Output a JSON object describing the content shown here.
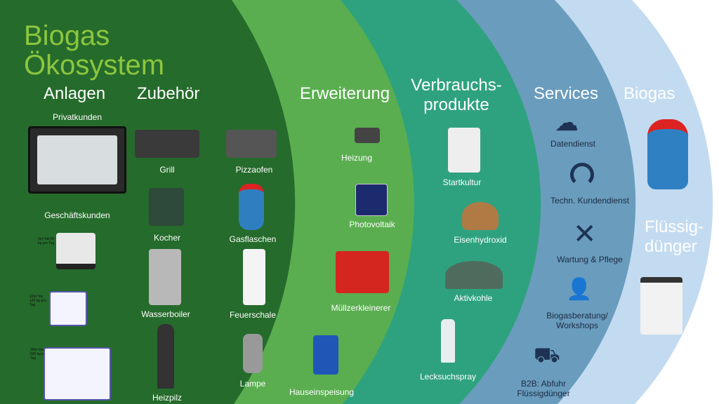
{
  "title_line1": "Biogas",
  "title_line2": "Ökosystem",
  "columns": {
    "anlagen": "Anlagen",
    "zubehoer": "Zubehör",
    "erweiterung": "Erweiterung",
    "verbrauch1": "Verbrauchs-",
    "verbrauch2": "produkte",
    "services": "Services",
    "biogas": "Biogas",
    "duenger1": "Flüssig-",
    "duenger2": "dünger"
  },
  "anlagen": {
    "privat": "Privatkunden",
    "geschaeft": "Geschäftskunden",
    "specs": [
      "3m³ bis 50 kg pro Tag",
      "10m³ bis 120 kg pro Tag",
      "30m³ bis 500 kg pro Tag"
    ]
  },
  "zubehoer": [
    "Grill",
    "Pizzaofen",
    "Kocher",
    "Gasflaschen",
    "Wasserboiler",
    "Feuerschale",
    "Heizpilz",
    "Lampe"
  ],
  "erweiterung": [
    "Heizung",
    "Photovoltaik",
    "Müllzerkleinerer",
    "Hauseinspeisung"
  ],
  "verbrauch": [
    "Startkultur",
    "Eisenhydroxid",
    "Aktivkohle",
    "Lecksuchspray"
  ],
  "services": [
    "Datendienst",
    "Techn. Kundendienst",
    "Wartung & Pflege",
    "Biogasberatung/",
    "Workshops",
    "B2B: Abfuhr",
    "Flüssigdünger"
  ],
  "colors": {
    "dark_green": "#256b2b",
    "green": "#5aae50",
    "teal": "#2ea27e",
    "bluegray": "#6a9cbd",
    "lightblue": "#c3dbf0",
    "title": "#8cc63f"
  }
}
